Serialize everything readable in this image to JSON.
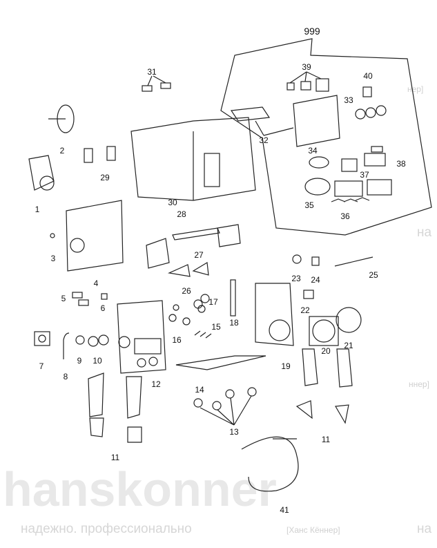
{
  "watermark": {
    "brand": "hanskonner",
    "tag_top_right": "нер]",
    "side_1": "на",
    "side_2": "ннер]",
    "footer_slogan": "надежно. профессионально",
    "footer_brand": "[Ханс Кённер]",
    "footer_right": "на"
  },
  "diagram": {
    "group_label": "999",
    "parts": [
      {
        "id": "31",
        "name": "31"
      },
      {
        "id": "39",
        "name": "39"
      },
      {
        "id": "40",
        "name": "40"
      },
      {
        "id": "33",
        "name": "33"
      },
      {
        "id": "32",
        "name": "32"
      },
      {
        "id": "2",
        "name": "2"
      },
      {
        "id": "29",
        "name": "29"
      },
      {
        "id": "34",
        "name": "34"
      },
      {
        "id": "38",
        "name": "38"
      },
      {
        "id": "37",
        "name": "37"
      },
      {
        "id": "1",
        "name": "1"
      },
      {
        "id": "30",
        "name": "30"
      },
      {
        "id": "35",
        "name": "35"
      },
      {
        "id": "36",
        "name": "36"
      },
      {
        "id": "28",
        "name": "28"
      },
      {
        "id": "3",
        "name": "3"
      },
      {
        "id": "27",
        "name": "27"
      },
      {
        "id": "23",
        "name": "23"
      },
      {
        "id": "24",
        "name": "24"
      },
      {
        "id": "25",
        "name": "25"
      },
      {
        "id": "4",
        "name": "4"
      },
      {
        "id": "26",
        "name": "26"
      },
      {
        "id": "17",
        "name": "17"
      },
      {
        "id": "5",
        "name": "5"
      },
      {
        "id": "6",
        "name": "6"
      },
      {
        "id": "18",
        "name": "18"
      },
      {
        "id": "22",
        "name": "22"
      },
      {
        "id": "16",
        "name": "16"
      },
      {
        "id": "15",
        "name": "15"
      },
      {
        "id": "20",
        "name": "20"
      },
      {
        "id": "21",
        "name": "21"
      },
      {
        "id": "7",
        "name": "7"
      },
      {
        "id": "9",
        "name": "9"
      },
      {
        "id": "10",
        "name": "10"
      },
      {
        "id": "8",
        "name": "8"
      },
      {
        "id": "12",
        "name": "12"
      },
      {
        "id": "19",
        "name": "19"
      },
      {
        "id": "14",
        "name": "14"
      },
      {
        "id": "13",
        "name": "13"
      },
      {
        "id": "11",
        "name": "11"
      },
      {
        "id": "11b",
        "name": "11"
      },
      {
        "id": "41",
        "name": "41"
      }
    ]
  }
}
